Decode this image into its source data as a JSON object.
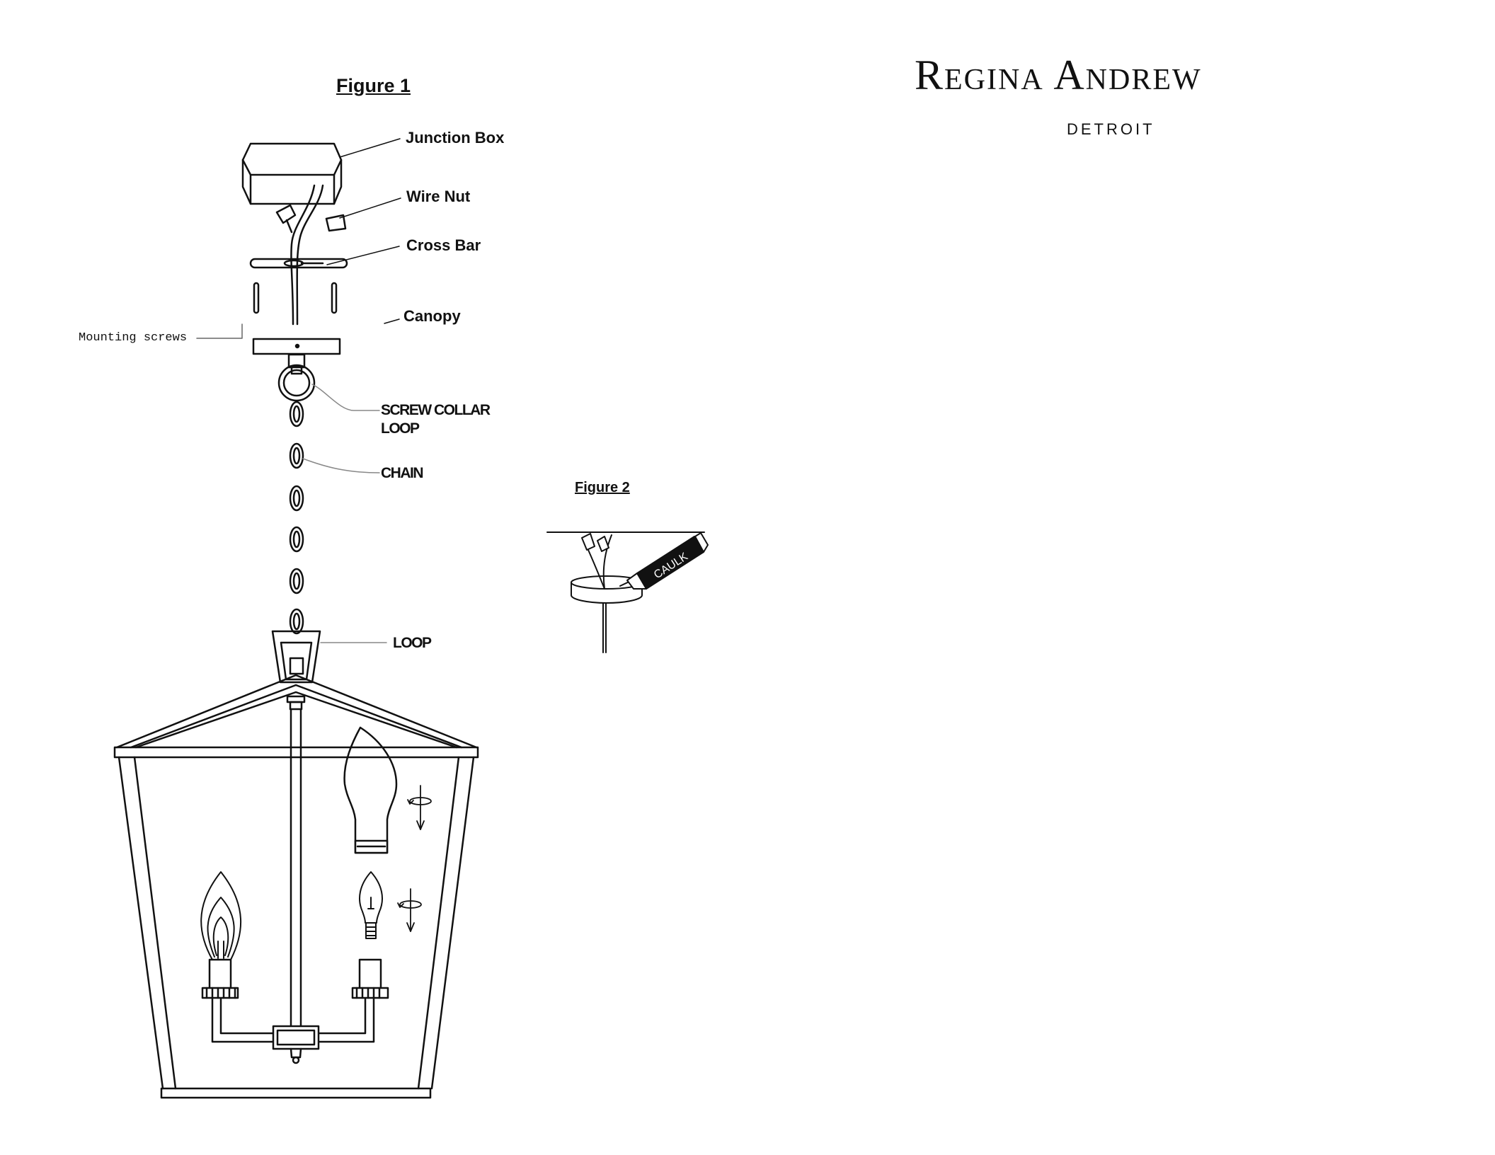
{
  "figure1": {
    "title": "Figure 1",
    "labels": {
      "junction_box": "Junction Box",
      "wire_nut": "Wire Nut",
      "cross_bar": "Cross Bar",
      "canopy": "Canopy",
      "mounting_screws": "Mounting screws",
      "screw_collar_loop_line1": "SCREW COLLAR",
      "screw_collar_loop_line2": "LOOP",
      "chain": "CHAIN",
      "loop": "LOOP"
    }
  },
  "figure2": {
    "title": "Figure 2",
    "caulk_label": "CAULK"
  },
  "brand": {
    "name": "Regina Andrew",
    "location": "DETROIT"
  }
}
